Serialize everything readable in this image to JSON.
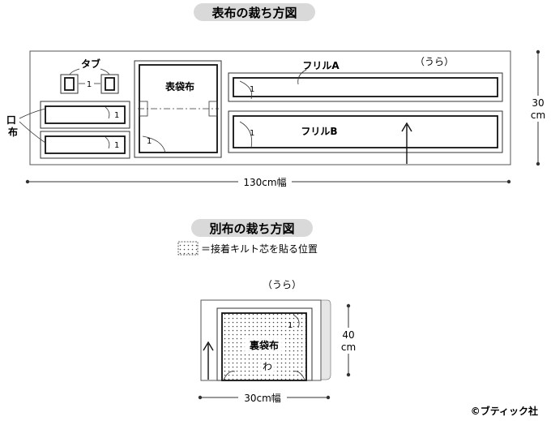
{
  "section1": {
    "title": "表布の裁ち方図",
    "tab": "タブ",
    "tab_count": "1",
    "mouth": "口布",
    "mouth_count_1": "1",
    "mouth_count_2": "1",
    "outer_bag": "表袋布",
    "outer_bag_count": "1",
    "frill_a": "フリルA",
    "frill_a_count": "1",
    "frill_b": "フリルB",
    "frill_b_count": "1",
    "wrong_side": "（うら）",
    "height_value": "30",
    "height_unit": "cm",
    "width_label": "130cm幅"
  },
  "section2": {
    "title": "別布の裁ち方図",
    "legend": "＝接着キルト芯を貼る位置",
    "wrong_side": "（うら）",
    "lining_bag": "裏袋布",
    "lining_count": "1",
    "fold": "わ",
    "height_value": "40",
    "height_unit": "cm",
    "width_label": "30cm幅"
  },
  "copyright": "©ブティック社",
  "colors": {
    "title_pill": "#d9d9d9",
    "fabric_edge": "#555555",
    "fabric_fill": "#ffffff",
    "interfacing_dot": "#444444",
    "selvedge_fill": "#e6e6e6"
  }
}
